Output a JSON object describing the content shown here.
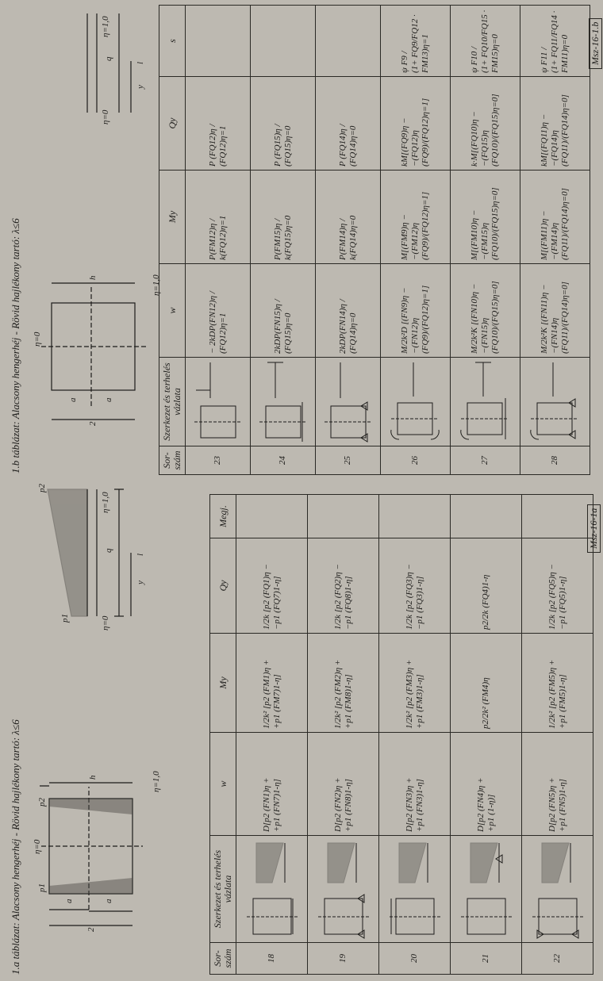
{
  "table_a": {
    "title": "1.a táblázat: Alacsony hengerhéj - Rövid hajlékony tartó: λ≤6",
    "headers": [
      "Sor-\nszám",
      "Szerkezet és terhelés vázlata",
      "w",
      "My",
      "Qy",
      "Megj."
    ],
    "rows": [
      {
        "num": "18",
        "w": "D[p2 (FN1)η +\n+p1 (FN7)1-η]",
        "my": "1/2k² [p2 (FM1)η +\n+p1 (FM7)1-η]",
        "qy": "1/2k [p2 (FQ1)η −\n−p1 (FQ7)1-η]"
      },
      {
        "num": "19",
        "w": "D[p2 (FN2)η +\n+p1 (FN8)1-η]",
        "my": "1/2k² [p2 (FM2)η +\n+p1 (FM8)1-η]",
        "qy": "1/2k [p2 (FQ2)η −\n−p1 (FQ8)1-η]"
      },
      {
        "num": "20",
        "w": "D[p2 (FN3)η +\n+p1 (FN3)1-η]",
        "my": "1/2k² [p2 (FM3)η +\n+p1 (FM3)1-η]",
        "qy": "1/2k [p2 (FQ3)η −\n−p1 (FQ3)1-η]"
      },
      {
        "num": "21",
        "w": "D[p2 (FN4)η +\n+p1 (1-η)]",
        "my": "p2/2k² (FM4)η",
        "qy": "p2/2k (FQ4)1-η"
      },
      {
        "num": "22",
        "w": "D[p2 (FN5)η +\n+p1 (FN5)1-η]",
        "my": "1/2k² [p2 (FM5)η +\n+p1 (FM5)1-η]",
        "qy": "1/2k [p2 (FQ5)η −\n−p1 (FQ5)1-η]"
      }
    ],
    "code": "Msz-16-1a"
  },
  "table_b": {
    "title": "1.b táblázat: Alacsony hengerhéj - Rövid hajlékony tartó: λ≤6",
    "headers": [
      "Sor-\nszám",
      "Szerkezet és terhelés vázlata",
      "w",
      "My",
      "Qy",
      "s"
    ],
    "rows": [
      {
        "num": "23",
        "w": "− 2kDP(FN12)η /\n(FQ12)η=1",
        "my": "P(FM12)η /\nk(FQ12)η=1",
        "qy": "P (FQ12)η /\n(FQ12)η=1",
        "s": ""
      },
      {
        "num": "24",
        "w": "2kDP(FN15)η /\n(FQ15)η=0",
        "my": "P(FM15)η /\nk(FQ15)η=0",
        "qy": "P (FQ15)η /\n(FQ15)η=0",
        "s": ""
      },
      {
        "num": "25",
        "w": "2kDP(FN14)η /\n(FQ14)η=0",
        "my": "P(FM14)η /\nk(FQ14)η=0",
        "qy": "P (FQ14)η /\n(FQ14)η=0",
        "s": ""
      },
      {
        "num": "26",
        "w": "M/2k²D [(FN9)η −\n−(FN12)η (FQ9)/(FQ12)η=1]",
        "my": "M[(FM9)η −\n−(FM12)η (FQ9)/(FQ12)η=1]",
        "qy": "kM[(FQ9)η −\n−(FQ12)η (FQ9)/(FQ12)η=1]",
        "s": "ψ F9 /\n(1+ FQ9/FQ12 · FM13)η=1"
      },
      {
        "num": "27",
        "w": "M/2k²K [(FN10)η −\n−(FN15)η (FQ10)/(FQ15)η=0]",
        "my": "M[(FM10)η −\n−(FM15)η (FQ10)/(FQ15)η=0]",
        "qy": "k·M[(FQ10)η −\n−(FQ15)η (FQ10)/(FQ15)η=0]",
        "s": "ψ F10 /\n(1+ FQ10/FQ15 · FM15)η=0"
      },
      {
        "num": "28",
        "w": "M/2k²K [(FN11)η −\n−(FN14)η (FQ11)/(FQ14)η=0]",
        "my": "M[(FM11)η −\n−(FM14)η (FQ11)/(FQ14)η=0]",
        "qy": "kM[(FQ11)η −\n−(FQ14)η (FQ11)/(FQ14)η=0]",
        "s": "ψ F11 /\n(1+ FQ11/FQ14 · FM11)η=0"
      }
    ],
    "code": "Msz-16-1.b"
  },
  "diagram_a_labels": {
    "a": "a",
    "h": "h",
    "l": "2",
    "eta0": "η=0",
    "eta1": "η=1,0",
    "p1": "p1",
    "p2": "p2"
  },
  "diagram_a2_labels": {
    "l": "l",
    "y": "y",
    "q": "q",
    "eta0": "η=0",
    "eta1": "η=1,0",
    "p1": "p1",
    "p2": "p2"
  },
  "diagram_b_labels": {
    "a": "a",
    "h": "h",
    "l": "2",
    "eta0": "η=0",
    "eta1": "η=1,0"
  },
  "diagram_b2_labels": {
    "l": "l",
    "y": "y",
    "q": "q",
    "eta0": "η=0",
    "eta1": "η=1,0"
  }
}
